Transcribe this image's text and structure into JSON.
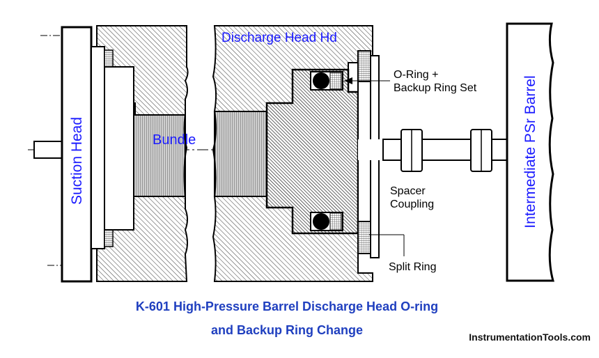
{
  "labels": {
    "suction_head": "Suction Head",
    "discharge_head": "Discharge Head Hd",
    "bundle": "Bundle",
    "oring_line1": "O-Ring +",
    "oring_line2": "Backup Ring Set",
    "spacer_line1": "Spacer",
    "spacer_line2": "Coupling",
    "split_ring": "Split Ring",
    "intermediate_barrel": "Intermediate PSr Barrel"
  },
  "caption": {
    "line1": "K-601 High-Pressure Barrel Discharge Head O-ring",
    "line2": "and Backup Ring Change"
  },
  "credit": "InstrumentationTools.com",
  "colors": {
    "label_blue": "#1a1aff",
    "caption_blue": "#1f3fbf",
    "line": "#000000",
    "background": "#ffffff"
  }
}
